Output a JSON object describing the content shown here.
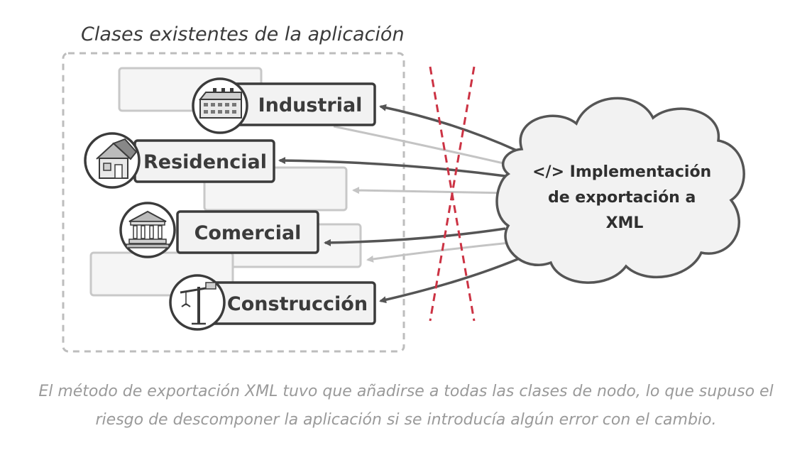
{
  "diagram": {
    "group_title": "Clases existentes de la aplicación",
    "nodes": [
      {
        "label": "Industrial",
        "icon": "factory-icon"
      },
      {
        "label": "Residencial",
        "icon": "house-icon"
      },
      {
        "label": "Comercial",
        "icon": "bank-icon"
      },
      {
        "label": "Construcción",
        "icon": "crane-icon"
      }
    ],
    "cloud": {
      "lines": [
        "</> Implementación",
        "de exportación a",
        "XML"
      ]
    },
    "colors": {
      "box_fill": "#f2f2f2",
      "box_stroke": "#3b3b3b",
      "ghost_stroke": "#c8c8c8",
      "arrow": "#555555",
      "ghost_arrow": "#c4c4c4",
      "cross": "#cc3344",
      "dashed_border": "#bdbdbd"
    }
  },
  "caption": {
    "line1": "El método de exportación XML tuvo que añadirse a todas las clases de nodo, lo que supuso el",
    "line2": "riesgo de descomponer la aplicación si se introducía algún error con el cambio."
  }
}
